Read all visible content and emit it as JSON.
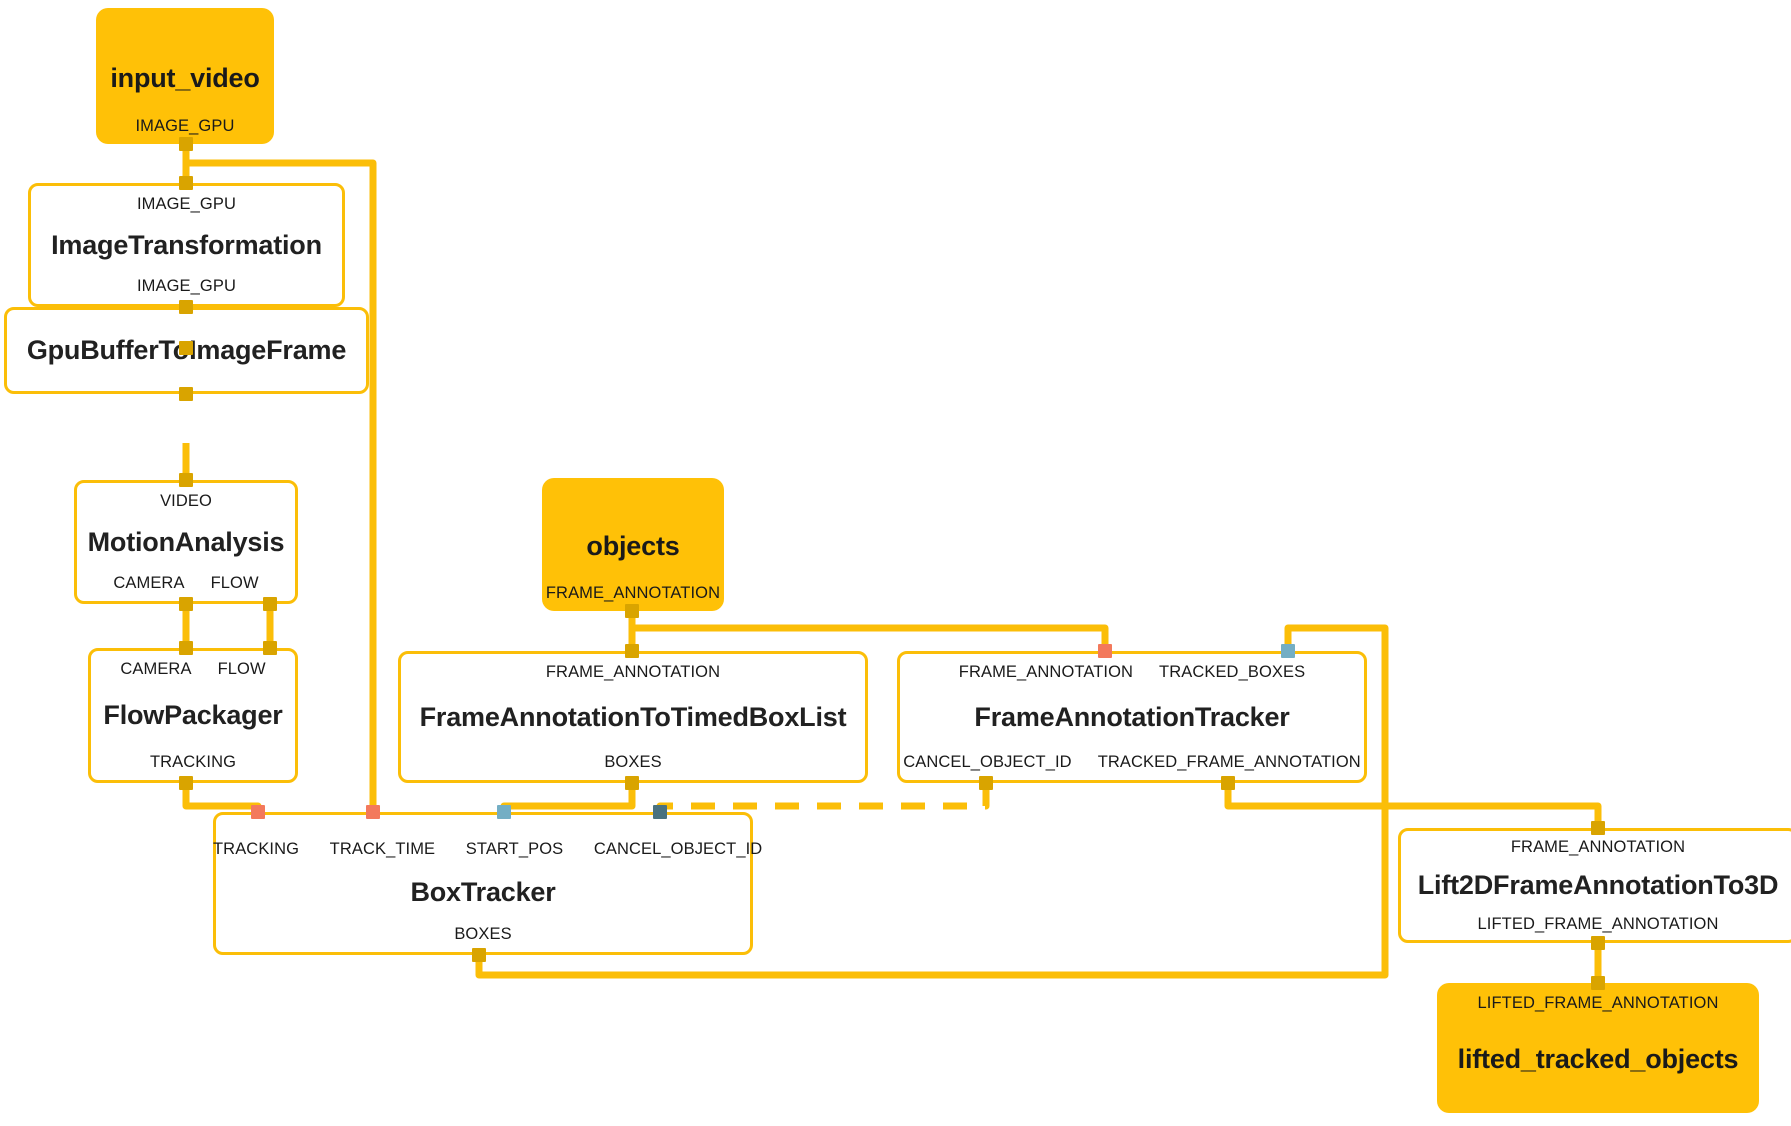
{
  "diagram": {
    "type": "mediapipe-calculator-graph",
    "colors": {
      "edge": "#FBBE08",
      "node_fill_stream": "#FFC107",
      "node_fill_calculator": "#FFFFFF",
      "node_border": "#FBBE08",
      "port_gold": "#D9A400",
      "port_salmon": "#F3795C",
      "port_light_blue": "#74AEC4",
      "port_dark_teal": "#4A7280",
      "text": "#212121",
      "background": "#FFFFFF"
    },
    "nodes": [
      {
        "id": "input_video",
        "kind": "stream",
        "title": "input_video",
        "inputs": [],
        "outputs": [
          "IMAGE_GPU"
        ]
      },
      {
        "id": "image_transformation",
        "kind": "calculator",
        "title": "ImageTransformation",
        "inputs": [
          "IMAGE_GPU"
        ],
        "outputs": [
          "IMAGE_GPU"
        ]
      },
      {
        "id": "gpu_buffer_to_image_frame",
        "kind": "calculator",
        "title": "GpuBufferToImageFrame",
        "inputs": [],
        "outputs": []
      },
      {
        "id": "motion_analysis",
        "kind": "calculator",
        "title": "MotionAnalysis",
        "inputs": [
          "VIDEO"
        ],
        "outputs": [
          "CAMERA",
          "FLOW"
        ]
      },
      {
        "id": "flow_packager",
        "kind": "calculator",
        "title": "FlowPackager",
        "inputs": [
          "CAMERA",
          "FLOW"
        ],
        "outputs": [
          "TRACKING"
        ]
      },
      {
        "id": "objects",
        "kind": "stream",
        "title": "objects",
        "inputs": [],
        "outputs": [
          "FRAME_ANNOTATION"
        ]
      },
      {
        "id": "frame_annotation_to_timed_box_list",
        "kind": "calculator",
        "title": "FrameAnnotationToTimedBoxList",
        "inputs": [
          "FRAME_ANNOTATION"
        ],
        "outputs": [
          "BOXES"
        ]
      },
      {
        "id": "frame_annotation_tracker",
        "kind": "calculator",
        "title": "FrameAnnotationTracker",
        "inputs": [
          "FRAME_ANNOTATION",
          "TRACKED_BOXES"
        ],
        "outputs": [
          "CANCEL_OBJECT_ID",
          "TRACKED_FRAME_ANNOTATION"
        ]
      },
      {
        "id": "box_tracker",
        "kind": "calculator",
        "title": "BoxTracker",
        "inputs": [
          "TRACKING",
          "TRACK_TIME",
          "START_POS",
          "CANCEL_OBJECT_ID"
        ],
        "outputs": [
          "BOXES"
        ]
      },
      {
        "id": "lift_2d_frame_annotation_to_3d",
        "kind": "calculator",
        "title": "Lift2DFrameAnnotationTo3D",
        "inputs": [
          "FRAME_ANNOTATION"
        ],
        "outputs": [
          "LIFTED_FRAME_ANNOTATION"
        ]
      },
      {
        "id": "lifted_tracked_objects",
        "kind": "stream",
        "title": "lifted_tracked_objects",
        "inputs": [
          "LIFTED_FRAME_ANNOTATION"
        ],
        "outputs": []
      }
    ],
    "edges": [
      {
        "from": "input_video.IMAGE_GPU",
        "to": "image_transformation.IMAGE_GPU",
        "style": "solid"
      },
      {
        "from": "input_video.IMAGE_GPU",
        "to": "box_tracker.TRACK_TIME",
        "style": "solid"
      },
      {
        "from": "image_transformation.IMAGE_GPU",
        "to": "gpu_buffer_to_image_frame",
        "style": "solid"
      },
      {
        "from": "gpu_buffer_to_image_frame",
        "to": "motion_analysis.VIDEO",
        "style": "solid"
      },
      {
        "from": "motion_analysis.CAMERA",
        "to": "flow_packager.CAMERA",
        "style": "solid"
      },
      {
        "from": "motion_analysis.FLOW",
        "to": "flow_packager.FLOW",
        "style": "solid"
      },
      {
        "from": "flow_packager.TRACKING",
        "to": "box_tracker.TRACKING",
        "style": "solid"
      },
      {
        "from": "objects.FRAME_ANNOTATION",
        "to": "frame_annotation_to_timed_box_list.FRAME_ANNOTATION",
        "style": "solid"
      },
      {
        "from": "objects.FRAME_ANNOTATION",
        "to": "frame_annotation_tracker.FRAME_ANNOTATION",
        "style": "solid"
      },
      {
        "from": "frame_annotation_to_timed_box_list.BOXES",
        "to": "box_tracker.START_POS",
        "style": "solid"
      },
      {
        "from": "frame_annotation_tracker.CANCEL_OBJECT_ID",
        "to": "box_tracker.CANCEL_OBJECT_ID",
        "style": "dashed"
      },
      {
        "from": "box_tracker.BOXES",
        "to": "frame_annotation_tracker.TRACKED_BOXES",
        "style": "solid"
      },
      {
        "from": "frame_annotation_tracker.TRACKED_FRAME_ANNOTATION",
        "to": "lift_2d_frame_annotation_to_3d.FRAME_ANNOTATION",
        "style": "solid"
      },
      {
        "from": "lift_2d_frame_annotation_to_3d.LIFTED_FRAME_ANNOTATION",
        "to": "lifted_tracked_objects.LIFTED_FRAME_ANNOTATION",
        "style": "solid"
      }
    ]
  },
  "labels": {
    "input_video_title": "input_video",
    "input_video_out": "IMAGE_GPU",
    "image_transformation_title": "ImageTransformation",
    "image_transformation_in": "IMAGE_GPU",
    "image_transformation_out": "IMAGE_GPU",
    "gpu_buffer_title": "GpuBufferToImageFrame",
    "motion_analysis_title": "MotionAnalysis",
    "motion_analysis_in": "VIDEO",
    "motion_analysis_out_camera": "CAMERA",
    "motion_analysis_out_flow": "FLOW",
    "flow_packager_title": "FlowPackager",
    "flow_packager_in_camera": "CAMERA",
    "flow_packager_in_flow": "FLOW",
    "flow_packager_out": "TRACKING",
    "objects_title": "objects",
    "objects_out": "FRAME_ANNOTATION",
    "fa_to_box_title": "FrameAnnotationToTimedBoxList",
    "fa_to_box_in": "FRAME_ANNOTATION",
    "fa_to_box_out": "BOXES",
    "fa_tracker_title": "FrameAnnotationTracker",
    "fa_tracker_in_fa": "FRAME_ANNOTATION",
    "fa_tracker_in_tb": "TRACKED_BOXES",
    "fa_tracker_out_cancel": "CANCEL_OBJECT_ID",
    "fa_tracker_out_tfa": "TRACKED_FRAME_ANNOTATION",
    "box_tracker_title": "BoxTracker",
    "box_tracker_in_tracking": "TRACKING",
    "box_tracker_in_track_time": "TRACK_TIME",
    "box_tracker_in_start_pos": "START_POS",
    "box_tracker_in_cancel": "CANCEL_OBJECT_ID",
    "box_tracker_out": "BOXES",
    "lift_title": "Lift2DFrameAnnotationTo3D",
    "lift_in": "FRAME_ANNOTATION",
    "lift_out": "LIFTED_FRAME_ANNOTATION",
    "lifted_objects_title": "lifted_tracked_objects",
    "lifted_objects_in": "LIFTED_FRAME_ANNOTATION"
  }
}
